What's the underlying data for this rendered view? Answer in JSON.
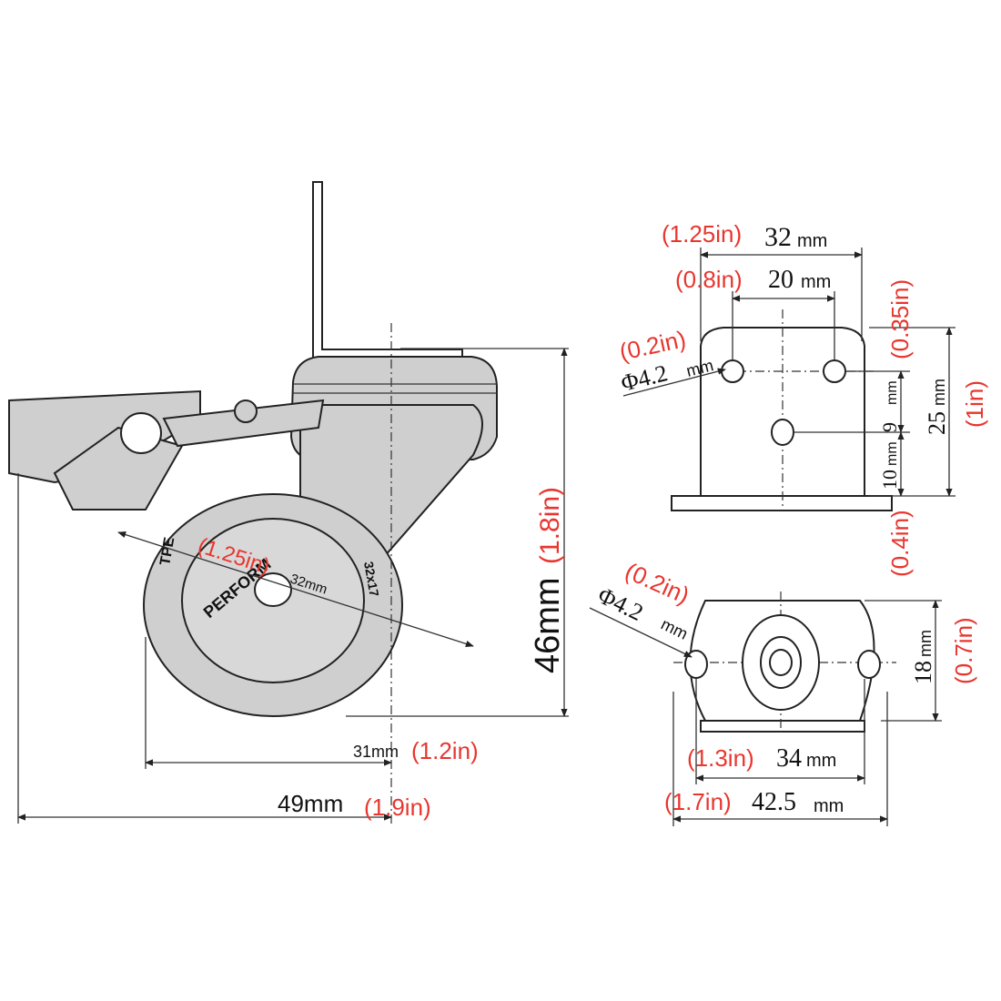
{
  "side_view": {
    "wheel_diameter_mm": "32mm",
    "wheel_diameter_in": "(1.25in)",
    "wheel_width_mm": "31mm",
    "wheel_width_in": "(1.2in)",
    "overall_width_mm": "49mm",
    "overall_width_in": "(1.9in)",
    "height_mm": "46mm",
    "height_in": "(1.8in)",
    "tire_text": "PERFORM",
    "tire_text_2": "TPE",
    "tire_text_3": "32x17"
  },
  "top_view": {
    "plate_width_mm": "32",
    "plate_width_unit": "mm",
    "plate_width_in": "(1.25in)",
    "hole_spacing_mm": "20",
    "hole_spacing_unit": "mm",
    "hole_spacing_in": "(0.8in)",
    "hole_dia_mm": "Φ4.2",
    "hole_dia_unit": "mm",
    "hole_dia_in": "(0.2in)",
    "offset_9_mm": "9",
    "offset_9_unit": "mm",
    "offset_9_in": "(0.35in)",
    "height_25_mm": "25",
    "height_25_unit": "mm",
    "height_25_in": "(1in)",
    "offset_10_mm": "10",
    "offset_10_unit": "mm",
    "offset_10_in": "(0.4in)"
  },
  "bottom_view": {
    "hole_dia_mm": "Φ4.2",
    "hole_dia_unit": "mm",
    "hole_dia_in": "(0.2in)",
    "height_18_mm": "18",
    "height_18_unit": "mm",
    "height_18_in": "(0.7in)",
    "spacing_34_mm": "34",
    "spacing_34_unit": "mm",
    "spacing_34_in": "(1.3in)",
    "width_425_mm": "42.5",
    "width_425_unit": "mm",
    "width_425_in": "(1.7in)"
  }
}
